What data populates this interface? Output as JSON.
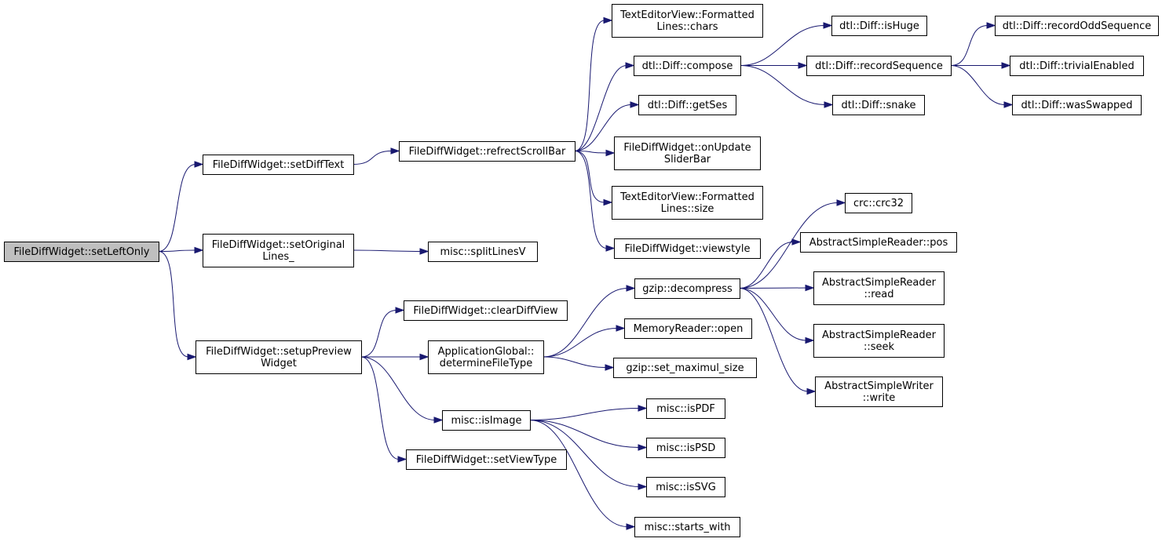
{
  "colors": {
    "edge": "#191970",
    "node_fill": "#ffffff",
    "root_fill": "#bfbfbf",
    "node_border": "#000000"
  },
  "nodes": {
    "setLeftOnly": [
      "FileDiffWidget::setLeftOnly"
    ],
    "setDiffText": [
      "FileDiffWidget::setDiffText"
    ],
    "setOriginalLines": [
      "FileDiffWidget::setOriginal",
      "Lines_"
    ],
    "setupPreviewWidget": [
      "FileDiffWidget::setupPreview",
      "Widget"
    ],
    "refrectScrollBar": [
      "FileDiffWidget::refrectScrollBar"
    ],
    "splitLinesV": [
      "misc::splitLinesV"
    ],
    "clearDiffView": [
      "FileDiffWidget::clearDiffView"
    ],
    "determineFileType": [
      "ApplicationGlobal::",
      "determineFileType"
    ],
    "isImage": [
      "misc::isImage"
    ],
    "setViewType": [
      "FileDiffWidget::setViewType"
    ],
    "chars": [
      "TextEditorView::Formatted",
      "Lines::chars"
    ],
    "compose": [
      "dtl::Diff::compose"
    ],
    "getSes": [
      "dtl::Diff::getSes"
    ],
    "onUpdateSliderBar": [
      "FileDiffWidget::onUpdate",
      "SliderBar"
    ],
    "size": [
      "TextEditorView::Formatted",
      "Lines::size"
    ],
    "viewstyle": [
      "FileDiffWidget::viewstyle"
    ],
    "decompress": [
      "gzip::decompress"
    ],
    "open": [
      "MemoryReader::open"
    ],
    "setMaximulSize": [
      "gzip::set_maximul_size"
    ],
    "isPDF": [
      "misc::isPDF"
    ],
    "isPSD": [
      "misc::isPSD"
    ],
    "isSVG": [
      "misc::isSVG"
    ],
    "startsWith": [
      "misc::starts_with"
    ],
    "isHuge": [
      "dtl::Diff::isHuge"
    ],
    "recordSequence": [
      "dtl::Diff::recordSequence"
    ],
    "snake": [
      "dtl::Diff::snake"
    ],
    "crc32": [
      "crc::crc32"
    ],
    "pos": [
      "AbstractSimpleReader::pos"
    ],
    "read": [
      "AbstractSimpleReader",
      "::read"
    ],
    "seek": [
      "AbstractSimpleReader",
      "::seek"
    ],
    "write": [
      "AbstractSimpleWriter",
      "::write"
    ],
    "recordOddSequence": [
      "dtl::Diff::recordOddSequence"
    ],
    "trivialEnabled": [
      "dtl::Diff::trivialEnabled"
    ],
    "wasSwapped": [
      "dtl::Diff::wasSwapped"
    ]
  },
  "edges": [
    [
      "setLeftOnly",
      "setDiffText"
    ],
    [
      "setLeftOnly",
      "setOriginalLines"
    ],
    [
      "setLeftOnly",
      "setupPreviewWidget"
    ],
    [
      "setDiffText",
      "refrectScrollBar"
    ],
    [
      "setOriginalLines",
      "splitLinesV"
    ],
    [
      "setupPreviewWidget",
      "clearDiffView"
    ],
    [
      "setupPreviewWidget",
      "determineFileType"
    ],
    [
      "setupPreviewWidget",
      "isImage"
    ],
    [
      "setupPreviewWidget",
      "setViewType"
    ],
    [
      "refrectScrollBar",
      "chars"
    ],
    [
      "refrectScrollBar",
      "compose"
    ],
    [
      "refrectScrollBar",
      "getSes"
    ],
    [
      "refrectScrollBar",
      "onUpdateSliderBar"
    ],
    [
      "refrectScrollBar",
      "size"
    ],
    [
      "refrectScrollBar",
      "viewstyle"
    ],
    [
      "compose",
      "isHuge"
    ],
    [
      "compose",
      "recordSequence"
    ],
    [
      "compose",
      "snake"
    ],
    [
      "recordSequence",
      "recordOddSequence"
    ],
    [
      "recordSequence",
      "trivialEnabled"
    ],
    [
      "recordSequence",
      "wasSwapped"
    ],
    [
      "determineFileType",
      "decompress"
    ],
    [
      "determineFileType",
      "open"
    ],
    [
      "determineFileType",
      "setMaximulSize"
    ],
    [
      "decompress",
      "crc32"
    ],
    [
      "decompress",
      "pos"
    ],
    [
      "decompress",
      "read"
    ],
    [
      "decompress",
      "seek"
    ],
    [
      "decompress",
      "write"
    ],
    [
      "isImage",
      "isPDF"
    ],
    [
      "isImage",
      "isPSD"
    ],
    [
      "isImage",
      "isSVG"
    ],
    [
      "isImage",
      "startsWith"
    ]
  ]
}
